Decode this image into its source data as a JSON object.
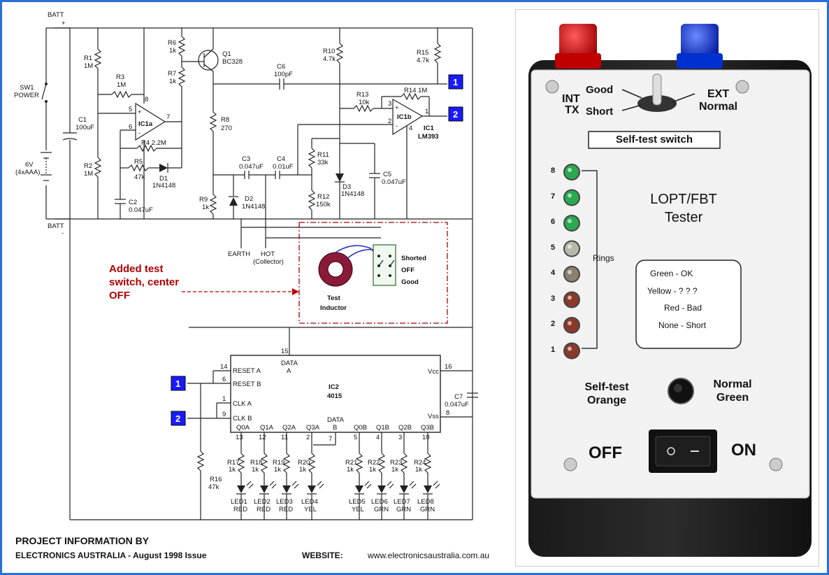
{
  "schematic": {
    "batt_top": "BATT",
    "batt_plus": "+",
    "batt_bottom": "BATT",
    "batt_minus": "-",
    "sw1": [
      "SW1",
      "POWER"
    ],
    "battery": [
      "6V",
      "(4xAAA)"
    ],
    "c1": [
      "C1",
      "100uF"
    ],
    "r1": [
      "R1",
      "1M"
    ],
    "r2": [
      "R2",
      "1M"
    ],
    "r3": [
      "R3",
      "1M"
    ],
    "r4": "R4 2.2M",
    "r5": [
      "R5",
      "47k"
    ],
    "d1": [
      "D1",
      "1N4148"
    ],
    "c2": [
      "C2",
      "0.047uF"
    ],
    "ic1a": "IC1a",
    "r6": [
      "R6",
      "1k"
    ],
    "r7": [
      "R7",
      "1k"
    ],
    "q1": [
      "Q1",
      "BC328"
    ],
    "r8": [
      "R8",
      "270"
    ],
    "r9": [
      "R9",
      "1k"
    ],
    "d2": [
      "D2",
      "1N4148"
    ],
    "c3": [
      "C3",
      "0.047uF"
    ],
    "c4": [
      "C4",
      "0.01uF"
    ],
    "c6": [
      "C6",
      "100pF"
    ],
    "r10": [
      "R10",
      "4.7k"
    ],
    "r11": [
      "R11",
      "33k"
    ],
    "r12": [
      "R12",
      "150k"
    ],
    "d3": [
      "D3",
      "1N4148"
    ],
    "c5": [
      "C5",
      "0.047uF"
    ],
    "r13": [
      "R13",
      "10k"
    ],
    "r14": "R14 1M",
    "r15": [
      "R15",
      "4.7k"
    ],
    "ic1b": "IC1b",
    "ic1": [
      "IC1",
      "LM393"
    ],
    "earth": "EARTH",
    "hot": [
      "HOT",
      "(Collector)"
    ],
    "test_inductor": [
      "Test",
      "Inductor"
    ],
    "switch_labels": [
      "Shorted",
      "OFF",
      "Good"
    ],
    "added_note": [
      "Added test",
      "switch, center",
      "OFF"
    ],
    "ic2": [
      "IC2",
      "4015"
    ],
    "ic2_pins_left": [
      "RESET A",
      "RESET B",
      "CLK A",
      "CLK B"
    ],
    "ic2_pin_nums_left": [
      "14",
      "6",
      "1",
      "9"
    ],
    "ic2_data_a": [
      "DATA",
      "A"
    ],
    "ic2_pin15": "15",
    "ic2_vcc": "Vcc",
    "ic2_vss": "Vss",
    "ic2_pin16": "16",
    "ic2_pin8": "8",
    "ic2_outputs": [
      "Q0A",
      "Q1A",
      "Q2A",
      "Q3A",
      "Q0B",
      "Q1B",
      "Q2B",
      "Q3B"
    ],
    "ic2_data_b": [
      "DATA",
      "B"
    ],
    "ic2_out_pins": [
      "13",
      "12",
      "11",
      "2",
      "5",
      "4",
      "3",
      "10"
    ],
    "pin7": "7",
    "c7": [
      "C7",
      "0.047uF"
    ],
    "r16": [
      "R16",
      "47k"
    ],
    "out_resistors": [
      "R17",
      "R18",
      "R19",
      "R20",
      "R21",
      "R22",
      "R23",
      "R24"
    ],
    "out_res_value": "1k",
    "leds": [
      "LED1",
      "LED2",
      "LED3",
      "LED4",
      "LED5",
      "LED6",
      "LED7",
      "LED8"
    ],
    "led_colors": [
      "RED",
      "RED",
      "RED",
      "YEL",
      "YEL",
      "GRN",
      "GRN",
      "GRN"
    ],
    "connector_1": "1",
    "connector_2": "2",
    "opamp_pins": [
      "8",
      "5",
      "6",
      "7",
      "3",
      "2",
      "1",
      "4"
    ]
  },
  "footer": {
    "line1": "PROJECT INFORMATION  BY",
    "line2": "ELECTRONICS AUSTRALIA - August 1998 Issue",
    "website_label": "WEBSITE:",
    "website_url": "www.electronicsaustralia.com.au"
  },
  "photo": {
    "int_tx": [
      "INT",
      "TX"
    ],
    "good": "Good",
    "short": "Short",
    "ext_normal": [
      "EXT",
      "Normal"
    ],
    "self_test_switch": "Self-test switch",
    "ring_numbers": [
      "8",
      "7",
      "6",
      "5",
      "4",
      "3",
      "2",
      "1"
    ],
    "rings": "Rings",
    "title": [
      "LOPT/FBT",
      "Tester"
    ],
    "legend": [
      "Green - OK",
      "Yellow - ? ? ?",
      "Red - Bad",
      "None - Short"
    ],
    "self_test_orange": [
      "Self-test",
      "Orange"
    ],
    "normal_green": [
      "Normal",
      "Green"
    ],
    "off": "OFF",
    "on": "ON",
    "led_colors": [
      "#2aa852",
      "#2aa852",
      "#2aa852",
      "#b8b8a8",
      "#8a8070",
      "#8a3a2a",
      "#8a3a2a",
      "#8a3a2a"
    ]
  }
}
